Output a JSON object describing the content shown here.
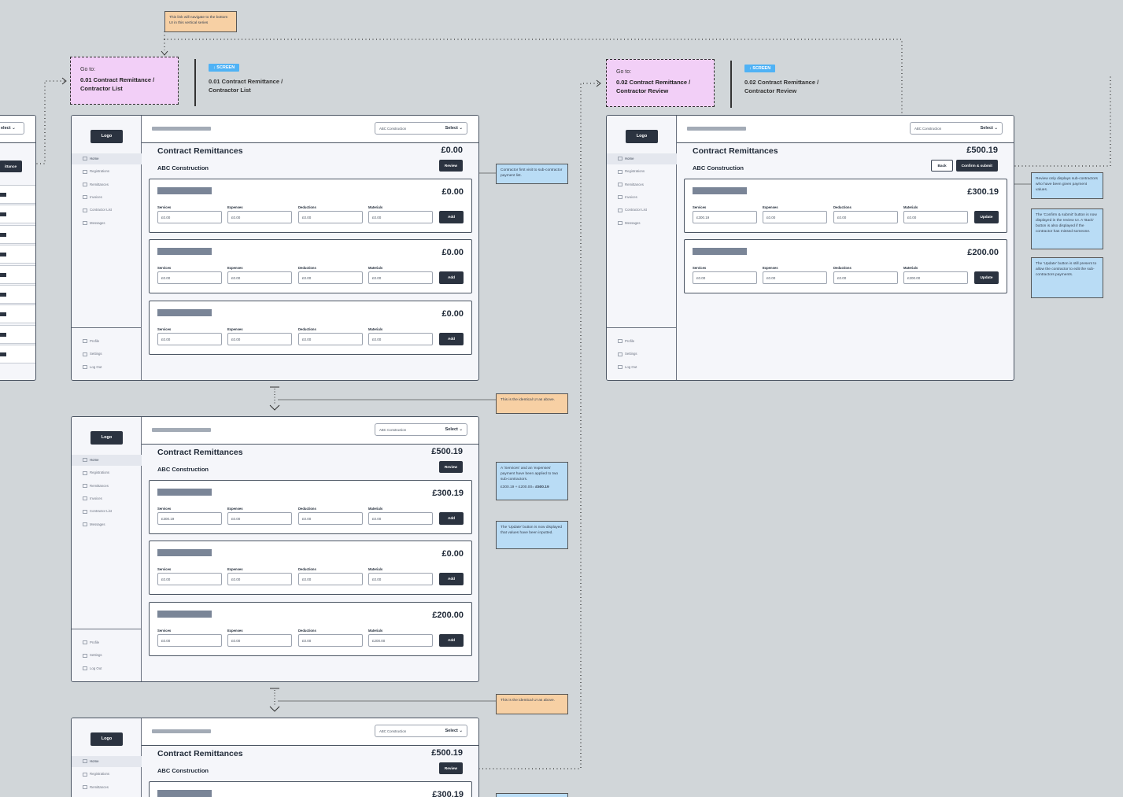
{
  "goto_note": "This link will navigate to the bottom UI in this vertical series",
  "screen_tag": "SCREEN",
  "goto_label": "Go to:",
  "flows": [
    {
      "goto_title": "0.01 Contract Remittance / Contractor List",
      "screen_title": "0.01 Contract Remittance / Contractor List"
    },
    {
      "goto_title": "0.02 Contract Remittance / Contractor Review",
      "screen_title": "0.02 Contract Remittance / Contractor Review"
    }
  ],
  "common": {
    "logo": "Logo",
    "nav": [
      "Home",
      "Registrations",
      "Remittances",
      "Invoices",
      "Contractor List",
      "Messages"
    ],
    "nav_bottom": [
      "Profile",
      "Settings",
      "Log Out"
    ],
    "company_placeholder": "ABC Construction",
    "select_label": "Select",
    "page_title": "Contract Remittances",
    "company_name": "ABC Construction",
    "field_labels": [
      "Services",
      "Expenses",
      "Deductions",
      "Materials"
    ],
    "review_label": "Review",
    "add_label": "Add",
    "update_label": "Update",
    "back_label": "Back",
    "confirm_label": "Confirm & submit"
  },
  "screen1": {
    "total": "£0.00",
    "cards": [
      {
        "amount": "£0.00",
        "values": [
          "£0.00",
          "£0.00",
          "£0.00",
          "£0.00"
        ]
      },
      {
        "amount": "£0.00",
        "values": [
          "£0.00",
          "£0.00",
          "£0.00",
          "£0.00"
        ]
      },
      {
        "amount": "£0.00",
        "values": [
          "£0.00",
          "£0.00",
          "£0.00",
          "£0.00"
        ]
      }
    ]
  },
  "screen2": {
    "total": "£500.19",
    "cards": [
      {
        "amount": "£300.19",
        "values": [
          "£300.19",
          "£0.00",
          "£0.00",
          "£0.00"
        ]
      },
      {
        "amount": "£0.00",
        "values": [
          "£0.00",
          "£0.00",
          "£0.00",
          "£0.00"
        ]
      },
      {
        "amount": "£200.00",
        "values": [
          "£0.00",
          "£0.00",
          "£0.00",
          "£200.00"
        ]
      }
    ]
  },
  "screen3": {
    "total": "£500.19",
    "card_amount": "£300.19"
  },
  "review_screen": {
    "total": "£500.19",
    "cards": [
      {
        "amount": "£300.19",
        "values": [
          "£300.19",
          "£0.00",
          "£0.00",
          "£0.00"
        ]
      },
      {
        "amount": "£200.00",
        "values": [
          "£0.00",
          "£0.00",
          "£0.00",
          "£200.00"
        ]
      }
    ]
  },
  "partial_screen": {
    "select_label": "elect",
    "button_label": "ittance"
  },
  "notes": {
    "first_visit": "Contractor first visit to sub-contractor payment list.",
    "identical_1": "This is the identical UI as above.",
    "services_applied": "A 'Services' and an 'expenses' payment have been applied to two sub-contractors.",
    "sum_line": "£300.19 + £200.00= ",
    "sum_total": "£500.19",
    "update_displayed": "The 'Update' button is now displayed that values have been inputted.",
    "identical_2": "This is the identical UI as above.",
    "review_only": "Review only displays sub-contractors who have been given payment values.",
    "confirm_note": "The 'Confirm & submit' button is now displayed in the review UI. A 'Back' button is also displayed if the contractor has missed someone.",
    "update_still": "The 'Update' button is still present to allow the contractor to edit the sub-contractors payments."
  }
}
